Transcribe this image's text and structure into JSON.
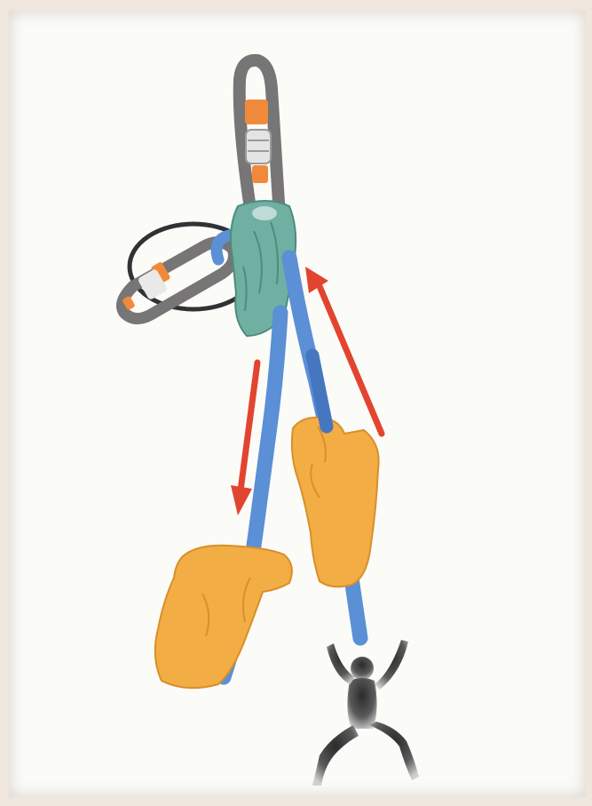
{
  "diagram": {
    "colors": {
      "rope": "#5b8fd6",
      "rope_dark": "#4676bf",
      "device": "#6fb0a2",
      "device_dark": "#4d8c7e",
      "carabiner": "#777575",
      "gate_accent": "#f08a3a",
      "hand": "#f3ad45",
      "hand_outline": "#d98f2a",
      "arrow": "#e2452f",
      "sling": "#303233",
      "figure": "#4a4a4a"
    },
    "elements": [
      {
        "name": "locking-carabiner",
        "icon": "screwgate-carabiner-icon"
      },
      {
        "name": "belay-device",
        "icon": "belay-plate-icon"
      },
      {
        "name": "spare-carabiner",
        "icon": "carabiner-icon"
      },
      {
        "name": "sling-loop",
        "icon": "sling-icon"
      },
      {
        "name": "rope-strand-brake",
        "icon": "rope-icon"
      },
      {
        "name": "rope-strand-climber",
        "icon": "rope-icon"
      },
      {
        "name": "brake-hand",
        "icon": "hand-icon"
      },
      {
        "name": "guide-hand",
        "icon": "hand-icon"
      },
      {
        "name": "arrow-down",
        "icon": "arrow-down-icon",
        "meaning": "pull"
      },
      {
        "name": "arrow-up",
        "icon": "arrow-up-icon",
        "meaning": "feed"
      },
      {
        "name": "climber-figure",
        "icon": "climber-icon"
      }
    ]
  }
}
